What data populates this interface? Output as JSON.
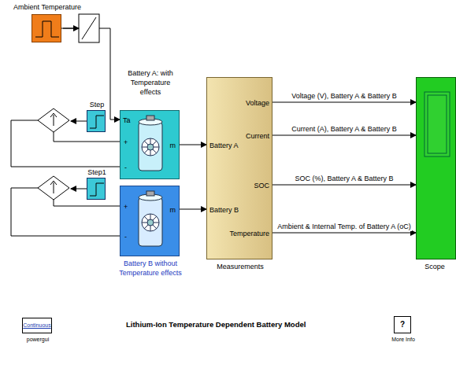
{
  "diagram": {
    "title": "Lithium-Ion Temperature Dependent Battery Model",
    "nodes": [
      {
        "text": [
          "Ambient Temperature"
        ]
      },
      {
        "text": [
          "Step"
        ]
      },
      {
        "text": [
          "Battery A: with Temperature effects",
          "Ta",
          "+",
          "-",
          "m"
        ]
      },
      {
        "text": [
          "Step1"
        ]
      },
      {
        "text": [
          "Battery B without Temperature effects",
          "+",
          "-",
          "m"
        ]
      },
      {
        "text": [
          "Measurements",
          "Battery A",
          "Battery B",
          "Voltage",
          "Current",
          "SOC",
          "Temperature"
        ]
      },
      {
        "text": [
          "Scope"
        ]
      },
      {
        "text": [
          "Continuous",
          "powergui"
        ]
      },
      {
        "text": [
          "?",
          "More Info"
        ]
      }
    ],
    "edges": [
      {
        "from": 0,
        "to": 2,
        "arrow": "to"
      },
      {
        "from": 2,
        "to": 5,
        "arrow": "to"
      },
      {
        "from": 4,
        "to": 5,
        "arrow": "to"
      },
      {
        "from": 5,
        "to": 6,
        "label": "Voltage (V), Battery  A & Battery  B",
        "arrow": "to"
      },
      {
        "from": 5,
        "to": 6,
        "label": "Current (A), Battery  A & Battery B",
        "arrow": "to"
      },
      {
        "from": 5,
        "to": 6,
        "label": "SOC (%), Battery  A & Battery  B",
        "arrow": "to"
      },
      {
        "from": 5,
        "to": 6,
        "label": "Ambient & Internal Temp. of Battery A (oC)",
        "arrow": "to"
      }
    ]
  }
}
